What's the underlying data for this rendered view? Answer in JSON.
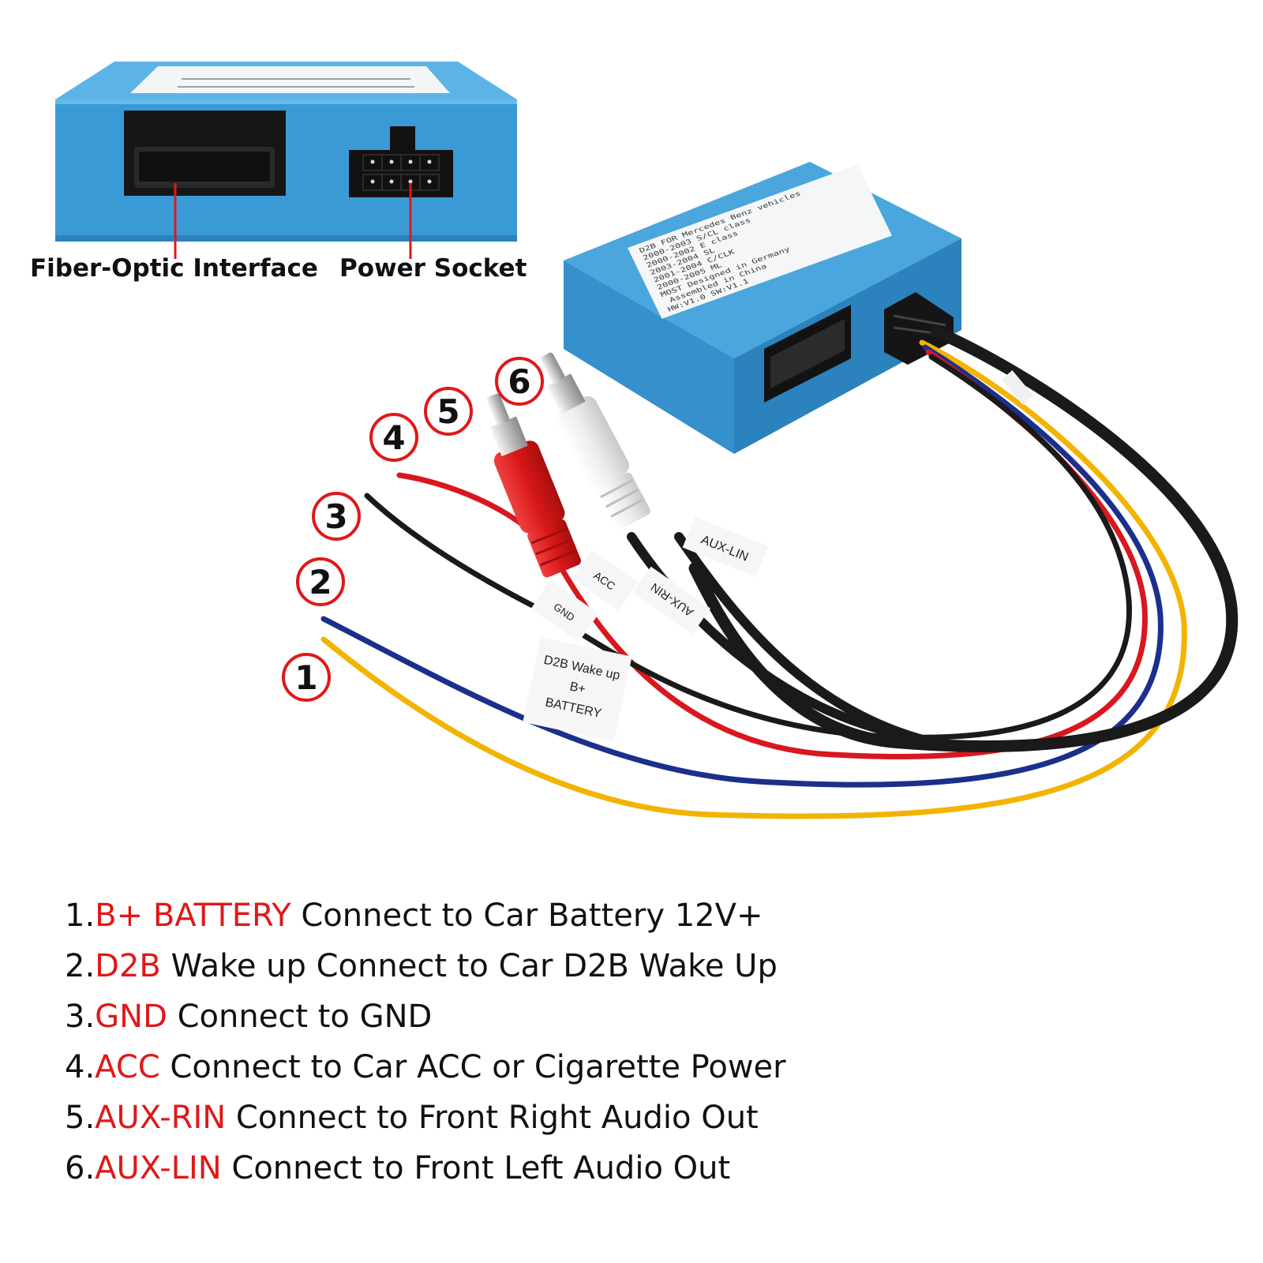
{
  "callouts": {
    "fiber": "Fiber-Optic Interface",
    "power": "Power Socket"
  },
  "box_label": {
    "lines": [
      "D2B FOR Mercedes Benz vehicles",
      "2000-2003 S/CL class",
      "2000-2002 E class",
      "2003-2004 SL",
      "2001-2004 C/CLK",
      "2000-2005 ML",
      "MOST  Designed in Germany",
      "       Assembled in China",
      "HW:V1.0          SW:V1.1"
    ]
  },
  "wire_tags": {
    "aux_lin": "AUX-LIN",
    "aux_rin": "AUX-RIN",
    "acc": "ACC",
    "gnd": "GND",
    "d2b": "D2B Wake up",
    "bplus": "B+",
    "battery": "BATTERY"
  },
  "badges": [
    "1",
    "2",
    "3",
    "4",
    "5",
    "6"
  ],
  "legend": [
    {
      "num": "1.",
      "key": "B+ BATTERY",
      "text": " Connect to Car Battery 12V+"
    },
    {
      "num": "2.",
      "key": "D2B",
      "text": " Wake up Connect to Car D2B Wake Up"
    },
    {
      "num": "3.",
      "key": "GND",
      "text": " Connect to GND"
    },
    {
      "num": "4.",
      "key": "ACC",
      "text": " Connect to Car ACC or Cigarette Power"
    },
    {
      "num": "5.",
      "key": "AUX-RIN",
      "text": " Connect to Front Right Audio Out"
    },
    {
      "num": "6.",
      "key": "AUX-LIN",
      "text": " Connect to Front Left Audio Out"
    }
  ],
  "colors": {
    "box_blue": "#3a9ad6",
    "accent_red": "#e01818",
    "wire_yellow": "#f2b400",
    "wire_blue": "#1c2f8c",
    "wire_black": "#1a1a1a",
    "wire_red": "#d8181e",
    "plug_white": "#f4f4f4"
  }
}
